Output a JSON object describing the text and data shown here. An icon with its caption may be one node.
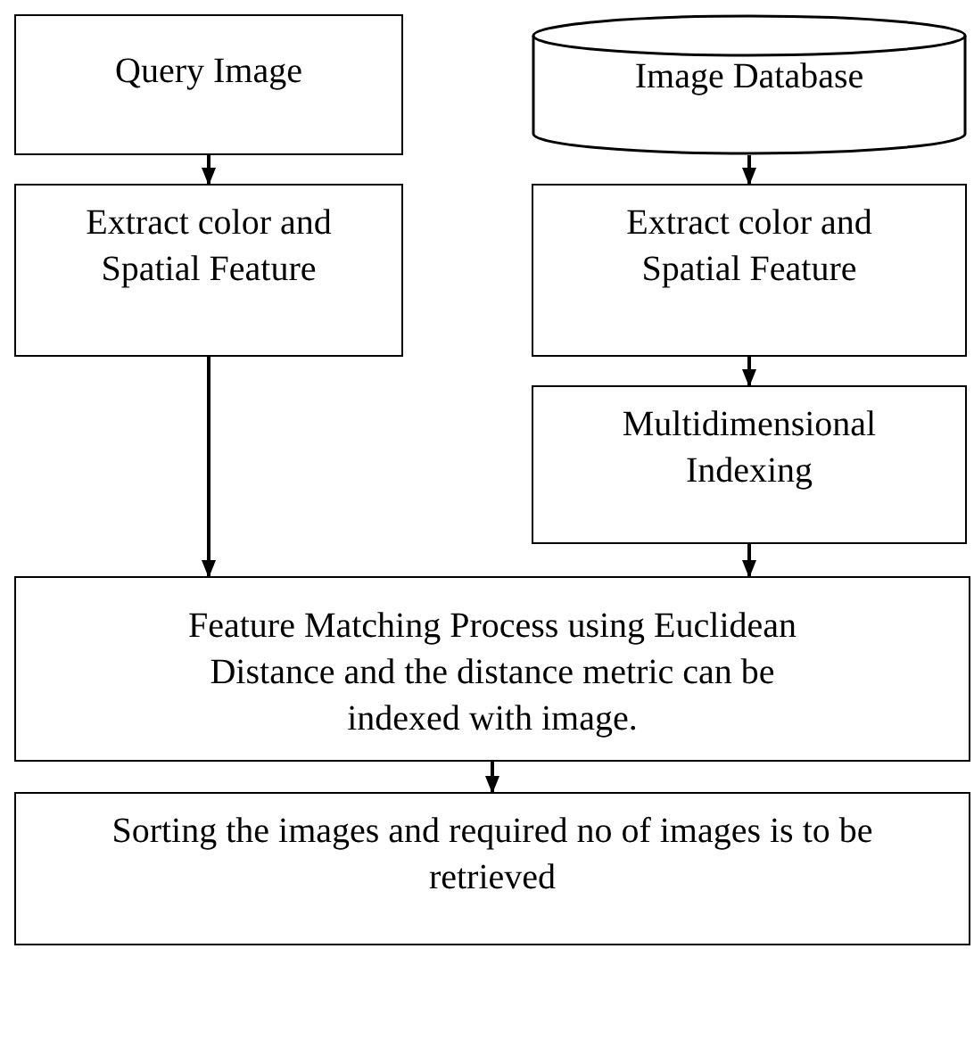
{
  "diagram": {
    "nodes": [
      {
        "text": [
          "Query Image"
        ]
      },
      {
        "text": [
          "Image Database"
        ]
      },
      {
        "text": [
          "Extract color and Spatial Feature"
        ]
      },
      {
        "text": [
          "Extract color and Spatial Feature"
        ]
      },
      {
        "text": [
          "Multidimensional Indexing"
        ]
      },
      {
        "text": [
          "Feature Matching Process using Euclidean Distance and the distance metric can be indexed with image."
        ]
      },
      {
        "text": [
          "Sorting the images and required no of images is to be retrieved"
        ]
      }
    ],
    "edges": [
      {
        "from": 0,
        "to": 2,
        "arrow": "to"
      },
      {
        "from": 1,
        "to": 3,
        "arrow": "to"
      },
      {
        "from": 3,
        "to": 4,
        "arrow": "to"
      },
      {
        "from": 2,
        "to": 5,
        "arrow": "to"
      },
      {
        "from": 4,
        "to": 5,
        "arrow": "to"
      },
      {
        "from": 5,
        "to": 6,
        "arrow": "to"
      }
    ]
  }
}
